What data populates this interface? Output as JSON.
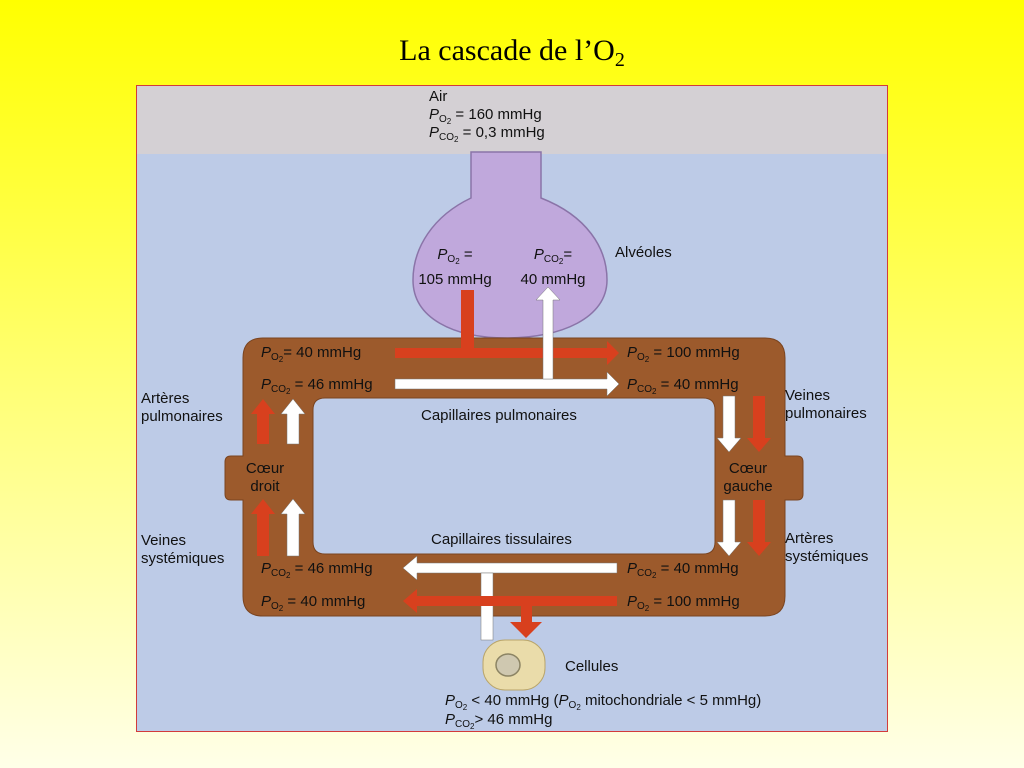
{
  "title": {
    "text": "La cascade de l’O",
    "sub": "2"
  },
  "air": {
    "label": "Air",
    "po2": "= 160 mmHg",
    "pco2": "= 0,3 mmHg"
  },
  "alveoles": {
    "label": "Alvéoles",
    "po2_eq": "=",
    "po2_value": "105 mmHg",
    "pco2_eq": "=",
    "pco2_value": "40 mmHg"
  },
  "pulm_cap": {
    "label": "Capillaires pulmonaires",
    "left_po2": "= 40 mmHg",
    "left_pco2": "= 46 mmHg",
    "right_po2": "= 100 mmHg",
    "right_pco2": "= 40 mmHg"
  },
  "tissue_cap": {
    "label": "Capillaires tissulaires",
    "left_pco2": "= 46 mmHg",
    "left_po2": "= 40 mmHg",
    "right_pco2": "= 40 mmHg",
    "right_po2": "= 100 mmHg"
  },
  "heart_right": {
    "line1": "Cœur",
    "line2": "droit"
  },
  "heart_left": {
    "line1": "Cœur",
    "line2": "gauche"
  },
  "arteres_pulm": {
    "line1": "Artères",
    "line2": "pulmonaires"
  },
  "veines_pulm": {
    "line1": "Veines",
    "line2": "pulmonaires"
  },
  "veines_syst": {
    "line1": "Veines",
    "line2": "systémiques"
  },
  "arteres_syst": {
    "line1": "Artères",
    "line2": "systémiques"
  },
  "cellules": {
    "label": "Cellules",
    "po2_text": "< 40 mmHg (",
    "po2_mito_text": "mitochondriale < 5 mmHg)",
    "pco2_text": "> 46 mmHg"
  },
  "symbols": {
    "p": "P",
    "o2": "O",
    "co2": "CO",
    "two": "2"
  },
  "colors": {
    "vessel": "#9c5a2c",
    "vessel_edge": "#7a4420",
    "red_arrow": "#d8401e",
    "alveoli": "#c0a8dc",
    "alveoli_edge": "#8a74a8",
    "panel_bg": "#bdcbe7",
    "air_band": "#d4d0d4"
  }
}
